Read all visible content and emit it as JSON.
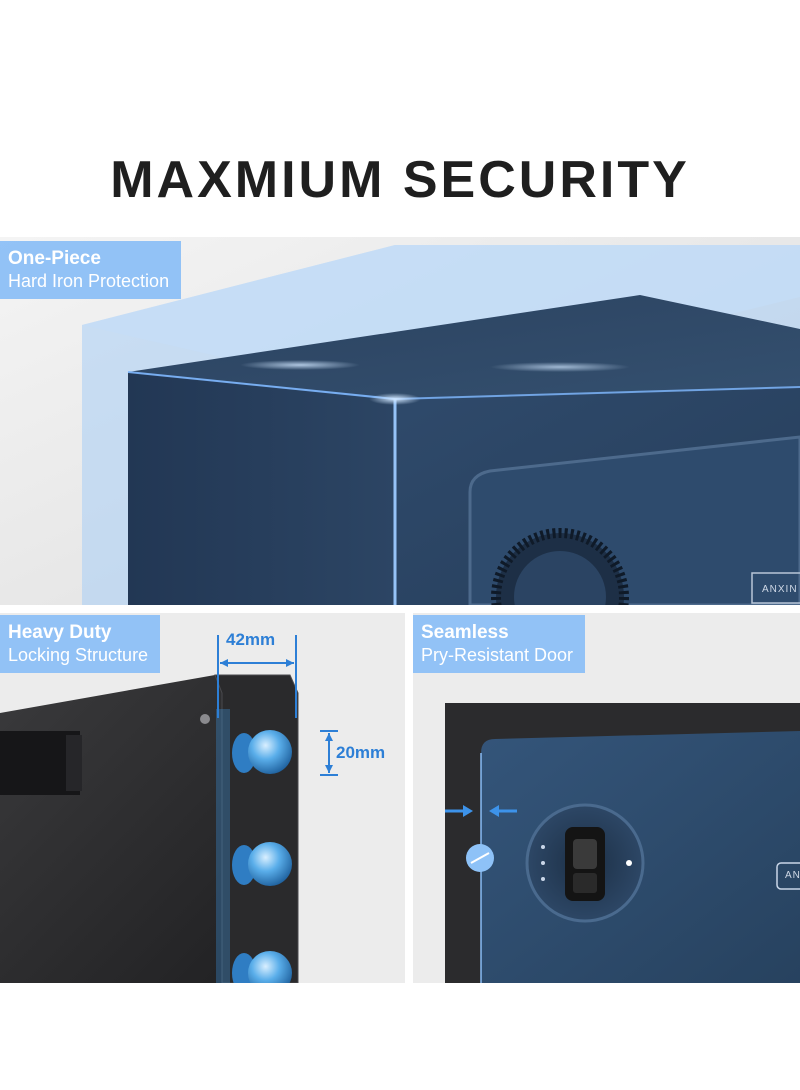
{
  "title": "MAXMIUM SECURITY",
  "colors": {
    "accent_blue": "#8abef6",
    "dimension_blue": "#2d7fd6",
    "safe_navy": "#2a4566",
    "panel_gray": "#ececec"
  },
  "features": [
    {
      "title": "One-Piece",
      "subtitle": "Hard Iron Protection"
    },
    {
      "title": "Heavy Duty",
      "subtitle": "Locking Structure"
    },
    {
      "title": "Seamless",
      "subtitle": "Pry-Resistant Door"
    }
  ],
  "dimensions": {
    "bolt_width": "42mm",
    "bolt_diameter": "20mm"
  },
  "brand": {
    "top": "ANXIN",
    "right": "AN"
  }
}
